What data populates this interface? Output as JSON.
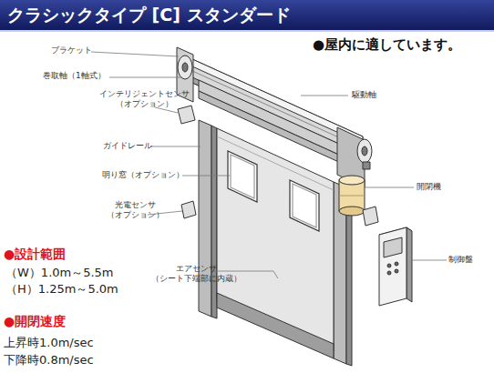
{
  "diagram": {
    "title": "クラシックタイプ [C] スタンダード",
    "labels": [
      "●屋内に適しています。",
      "ブラケット",
      "巻取軸（1軸式）",
      "インテリジェントセンサ （オプション）",
      "ガイドレール",
      "明り窓（オプション）",
      "光電センサ （オプション）",
      "エアセンサ （シート下端部に内蔵）",
      "駆動軸",
      "開閉機",
      "制御盤",
      "●設計範囲",
      "（W）1.0m～5.5m",
      "（H）1.25m～5.0m",
      "●開閉速度",
      "上昇時1.0m/sec",
      "下降時0.8m/sec"
    ]
  }
}
